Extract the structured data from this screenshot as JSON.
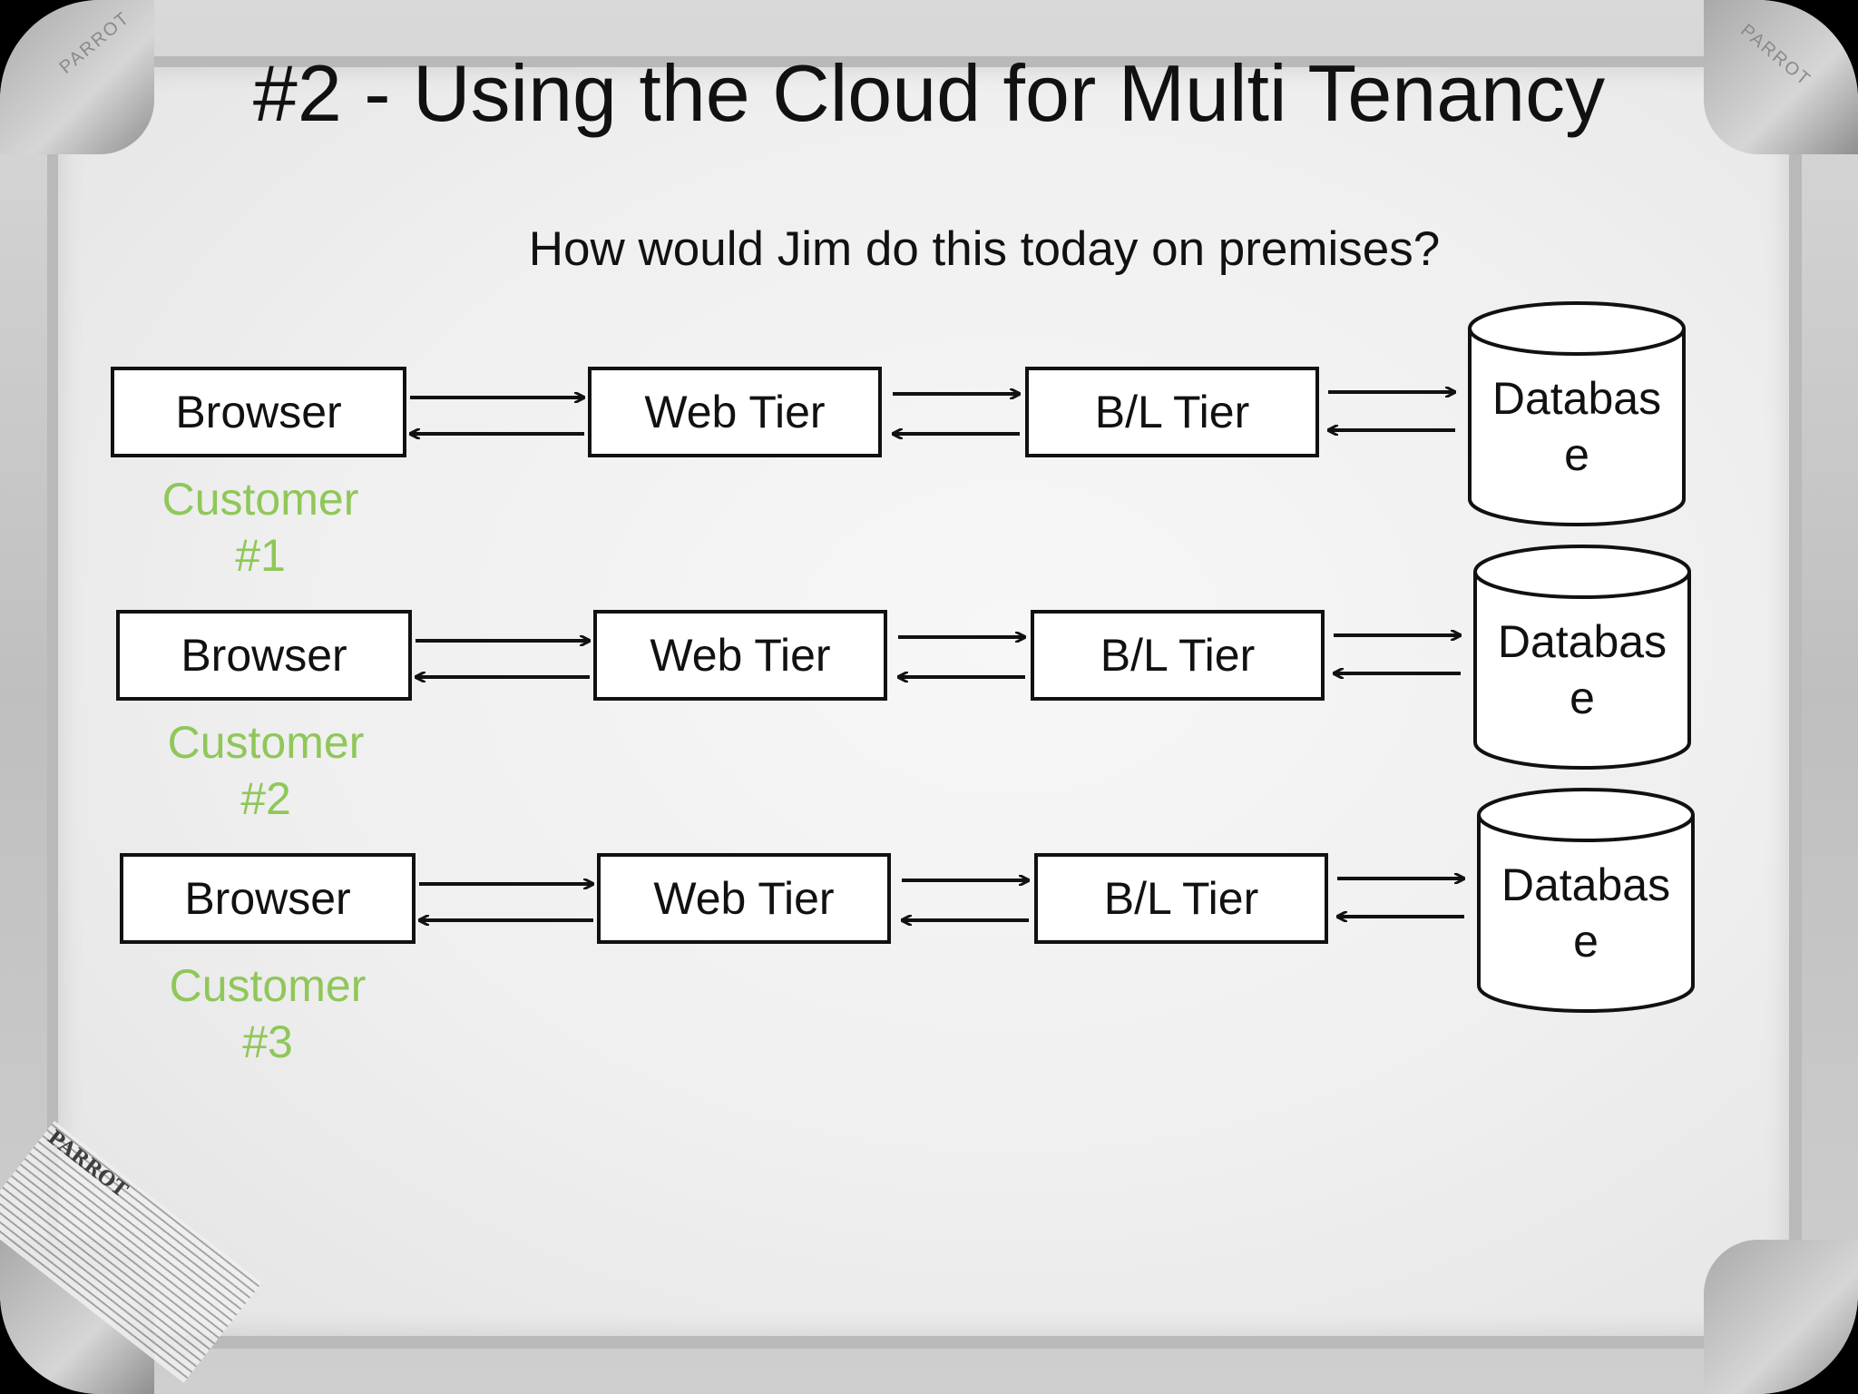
{
  "slide": {
    "title": "#2 - Using the Cloud for Multi Tenancy",
    "subtitle": "How would Jim do this today on premises?"
  },
  "board": {
    "brand": "PARROT",
    "sticker_text": "PARROT"
  },
  "rows": [
    {
      "browser": "Browser",
      "web_tier": "Web Tier",
      "bl_tier": "B/L Tier",
      "database_line1": "Databas",
      "database_line2": "e",
      "customer_line1": "Customer",
      "customer_line2": "#1"
    },
    {
      "browser": "Browser",
      "web_tier": "Web Tier",
      "bl_tier": "B/L Tier",
      "database_line1": "Databas",
      "database_line2": "e",
      "customer_line1": "Customer",
      "customer_line2": "#2"
    },
    {
      "browser": "Browser",
      "web_tier": "Web Tier",
      "bl_tier": "B/L Tier",
      "database_line1": "Databas",
      "database_line2": "e",
      "customer_line1": "Customer",
      "customer_line2": "#3"
    }
  ],
  "colors": {
    "customer_label": "#8fc759",
    "ink": "#111111"
  }
}
